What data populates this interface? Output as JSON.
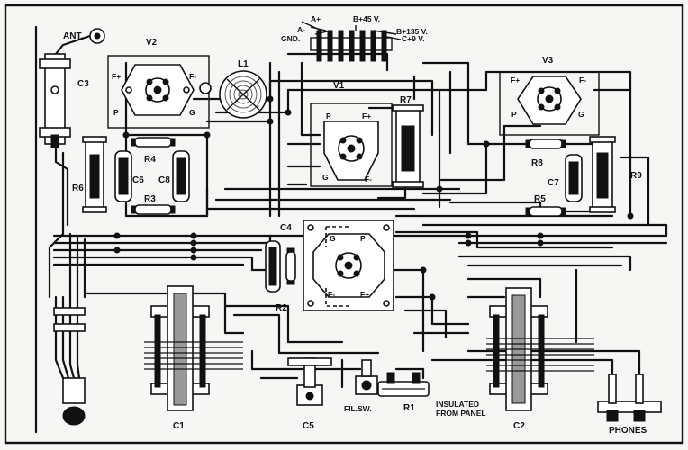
{
  "battery_terminals": {
    "a_plus": "A+",
    "a_minus": "A-",
    "gnd": "GND.",
    "b_45": "B+45 V.",
    "b_135": "B+135 V.",
    "c_9": "C+9 V."
  },
  "tubes": {
    "v1": {
      "name": "V1",
      "pins": [
        "P",
        "F+",
        "G",
        "F-"
      ]
    },
    "v2": {
      "name": "V2",
      "pins": [
        "F+",
        "F-",
        "P",
        "G"
      ]
    },
    "v3": {
      "name": "V3",
      "pins": [
        "F+",
        "F-",
        "P",
        "G"
      ]
    },
    "v4": {
      "pins": [
        "G",
        "P",
        "F-",
        "F+"
      ]
    }
  },
  "components": {
    "ant": "ANT.",
    "c3": "C3",
    "l1": "L1",
    "r4": "R4",
    "r3": "R3",
    "r6": "R6",
    "c6": "C6",
    "c8": "C8",
    "r7": "R7",
    "r8": "R8",
    "r5": "R5",
    "c7": "C7",
    "r9": "R9",
    "c4": "C4",
    "r2": "R2",
    "c1": "C1",
    "c5": "C5",
    "fil_sw": "FIL.SW.",
    "r1": "R1",
    "insulated_1": "INSULATED",
    "insulated_2": "FROM PANEL",
    "c2": "C2",
    "phones": "PHONES"
  }
}
